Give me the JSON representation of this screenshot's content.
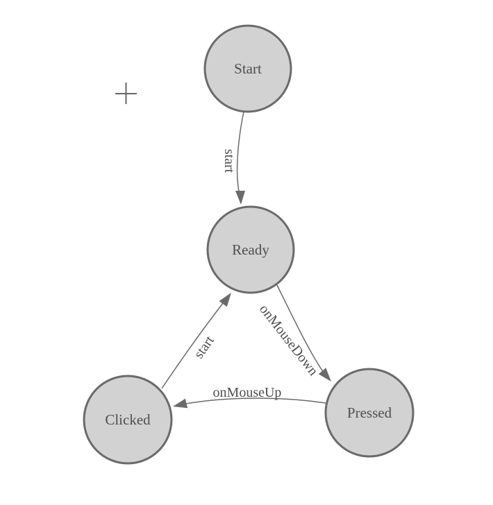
{
  "diagram": {
    "type": "finite-state-machine",
    "states": [
      {
        "id": "start",
        "label": "Start"
      },
      {
        "id": "ready",
        "label": "Ready"
      },
      {
        "id": "clicked",
        "label": "Clicked"
      },
      {
        "id": "pressed",
        "label": "Pressed"
      }
    ],
    "transitions": [
      {
        "from": "Start",
        "to": "Ready",
        "label": "start"
      },
      {
        "from": "Ready",
        "to": "Pressed",
        "label": "onMouseDown"
      },
      {
        "from": "Pressed",
        "to": "Clicked",
        "label": "onMouseUp"
      },
      {
        "from": "Clicked",
        "to": "Ready",
        "label": "start"
      }
    ],
    "colors": {
      "background": "#ffffff",
      "node_fill": "#d2d2d2",
      "node_stroke": "#6a6a6a",
      "edge_stroke": "#6a6a6a",
      "label_text": "#4e4e4e",
      "crosshair": "#666666"
    }
  }
}
